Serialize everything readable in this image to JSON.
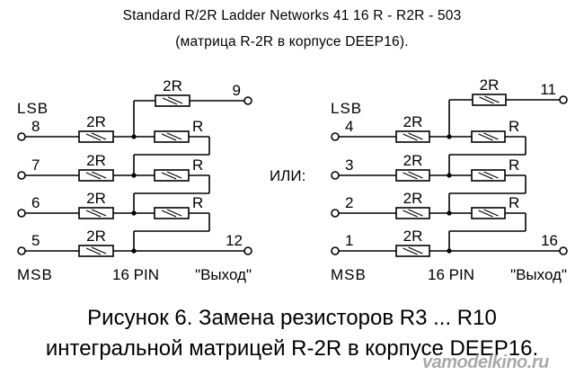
{
  "header": {
    "title_line1": "Standard R/2R Ladder Networks  41 16 R - R2R - 503",
    "title_line2": "(матрица R-2R в корпусе  DEEP16)."
  },
  "separator_label": "ИЛИ:",
  "circuits": [
    {
      "id": "left",
      "lsb_label": "LSB",
      "msb_label": "MSB",
      "package_label": "16 PIN",
      "output_label": "\"Выход\"",
      "input_pins": [
        "8",
        "7",
        "6",
        "5"
      ],
      "top_pin": "9",
      "output_pin": "12",
      "series_resistor_label": "2R",
      "ladder_resistor_label": "R",
      "top_resistor_label": "2R"
    },
    {
      "id": "right",
      "lsb_label": "LSB",
      "msb_label": "MSB",
      "package_label": "16 PIN",
      "output_label": "\"Выход\"",
      "input_pins": [
        "4",
        "3",
        "2",
        "1"
      ],
      "top_pin": "11",
      "output_pin": "16",
      "series_resistor_label": "2R",
      "ladder_resistor_label": "R",
      "top_resistor_label": "2R"
    }
  ],
  "caption": {
    "line1": "Рисунок 6. Замена резисторов R3 ... R10",
    "line2": "интегральной матрицей R-2R в корпусе DEEP16."
  },
  "watermark": "vamodelkino.ru"
}
